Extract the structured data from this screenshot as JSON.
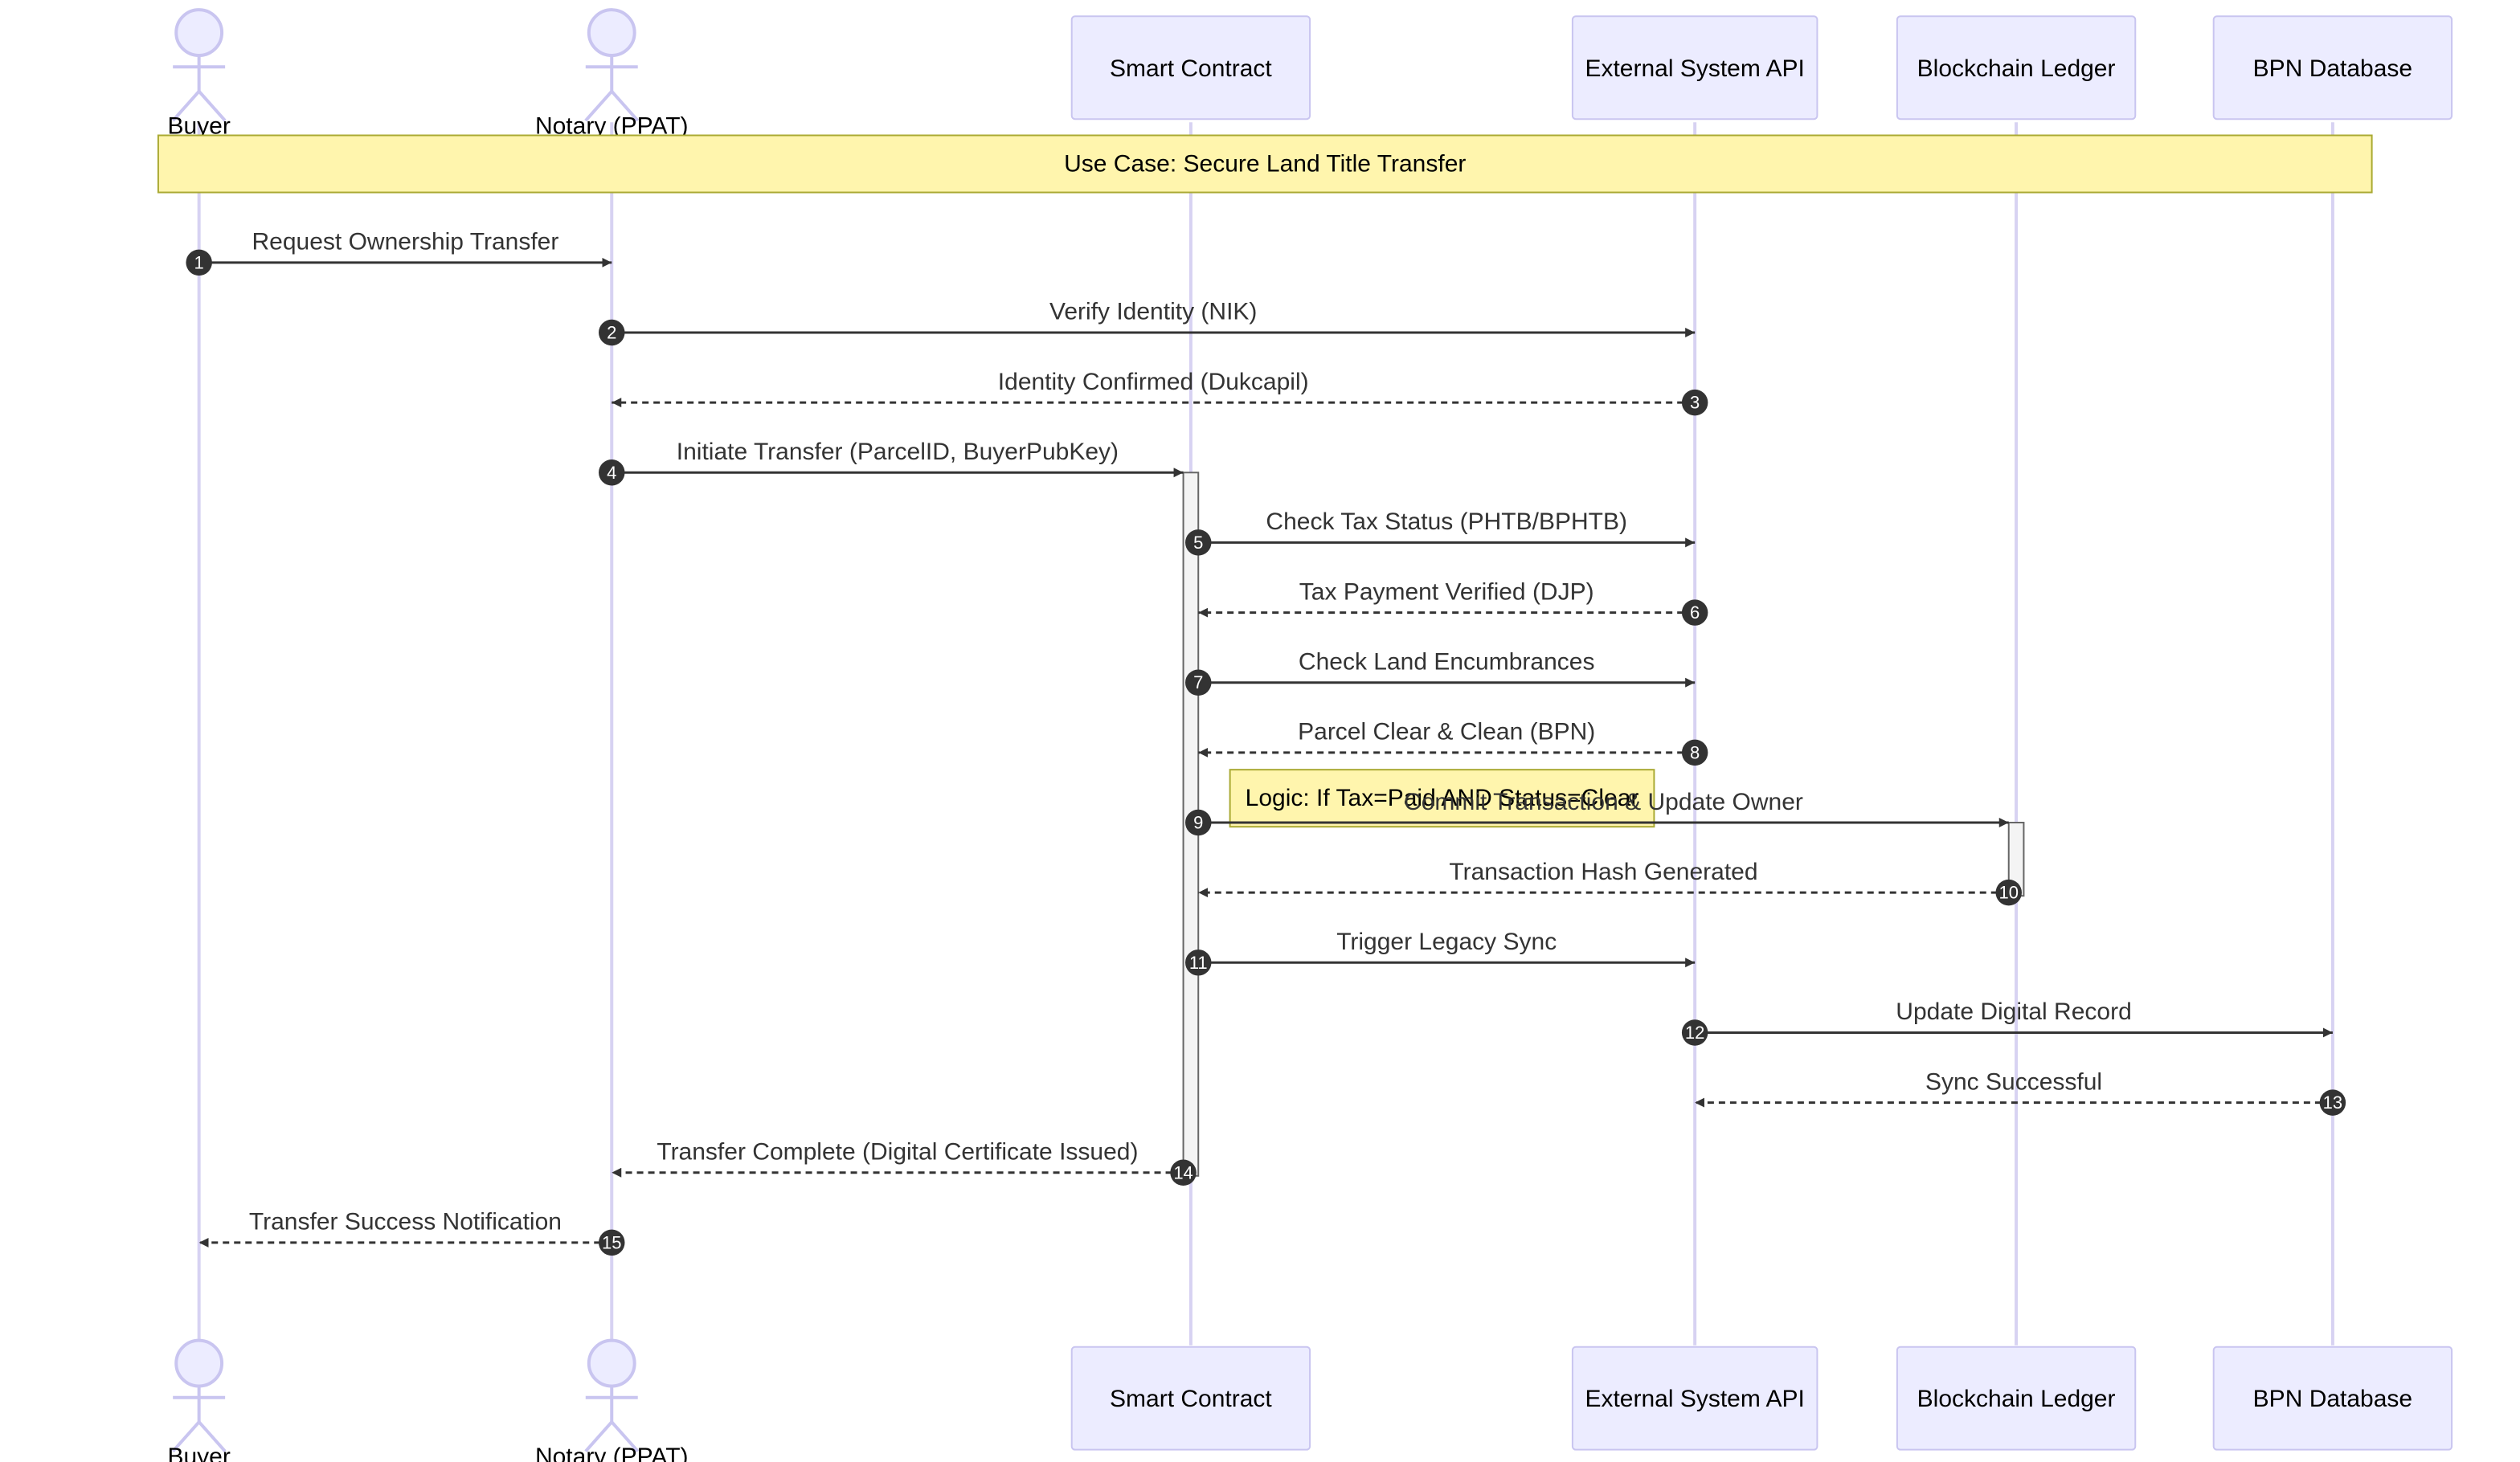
{
  "diagram_type": "sequence",
  "participants": [
    {
      "id": "buyer",
      "label": "Buyer",
      "kind": "actor"
    },
    {
      "id": "notary",
      "label": "Notary (PPAT)",
      "kind": "actor"
    },
    {
      "id": "contract",
      "label": "Smart Contract",
      "kind": "participant"
    },
    {
      "id": "api",
      "label": "External System API",
      "kind": "participant"
    },
    {
      "id": "ledger",
      "label": "Blockchain Ledger",
      "kind": "participant"
    },
    {
      "id": "bpn",
      "label": "BPN Database",
      "kind": "participant"
    }
  ],
  "notes": [
    {
      "text": "Use Case: Secure Land Title Transfer",
      "over": [
        "buyer",
        "bpn"
      ]
    },
    {
      "text": "Logic: If Tax=Paid AND Status=Clear",
      "over": [
        "contract",
        "api"
      ]
    }
  ],
  "messages": [
    {
      "num": "1",
      "from": "buyer",
      "to": "notary",
      "label": "Request Ownership Transfer",
      "style": "solid"
    },
    {
      "num": "2",
      "from": "notary",
      "to": "api",
      "label": "Verify Identity (NIK)",
      "style": "solid"
    },
    {
      "num": "3",
      "from": "api",
      "to": "notary",
      "label": "Identity Confirmed (Dukcapil)",
      "style": "dashed"
    },
    {
      "num": "4",
      "from": "notary",
      "to": "contract",
      "label": "Initiate Transfer (ParcelID, BuyerPubKey)",
      "style": "solid"
    },
    {
      "num": "5",
      "from": "contract",
      "to": "api",
      "label": "Check Tax Status (PHTB/BPHTB)",
      "style": "solid"
    },
    {
      "num": "6",
      "from": "api",
      "to": "contract",
      "label": "Tax Payment Verified (DJP)",
      "style": "dashed"
    },
    {
      "num": "7",
      "from": "contract",
      "to": "api",
      "label": "Check Land Encumbrances",
      "style": "solid"
    },
    {
      "num": "8",
      "from": "api",
      "to": "contract",
      "label": "Parcel Clear & Clean (BPN)",
      "style": "dashed"
    },
    {
      "num": "9",
      "from": "contract",
      "to": "ledger",
      "label": "Commit Transaction & Update Owner",
      "style": "solid"
    },
    {
      "num": "10",
      "from": "ledger",
      "to": "contract",
      "label": "Transaction Hash Generated",
      "style": "dashed"
    },
    {
      "num": "11",
      "from": "contract",
      "to": "api",
      "label": "Trigger Legacy Sync",
      "style": "solid"
    },
    {
      "num": "12",
      "from": "api",
      "to": "bpn",
      "label": "Update Digital Record",
      "style": "solid"
    },
    {
      "num": "13",
      "from": "bpn",
      "to": "api",
      "label": "Sync Successful",
      "style": "dashed"
    },
    {
      "num": "14",
      "from": "contract",
      "to": "notary",
      "label": "Transfer Complete (Digital Certificate Issued)",
      "style": "dashed"
    },
    {
      "num": "15",
      "from": "notary",
      "to": "buyer",
      "label": "Transfer Success Notification",
      "style": "dashed"
    }
  ],
  "activations": [
    {
      "participant": "contract",
      "from_message": "4",
      "to_message": "14"
    },
    {
      "participant": "ledger",
      "from_message": "9",
      "to_message": "10"
    }
  ]
}
